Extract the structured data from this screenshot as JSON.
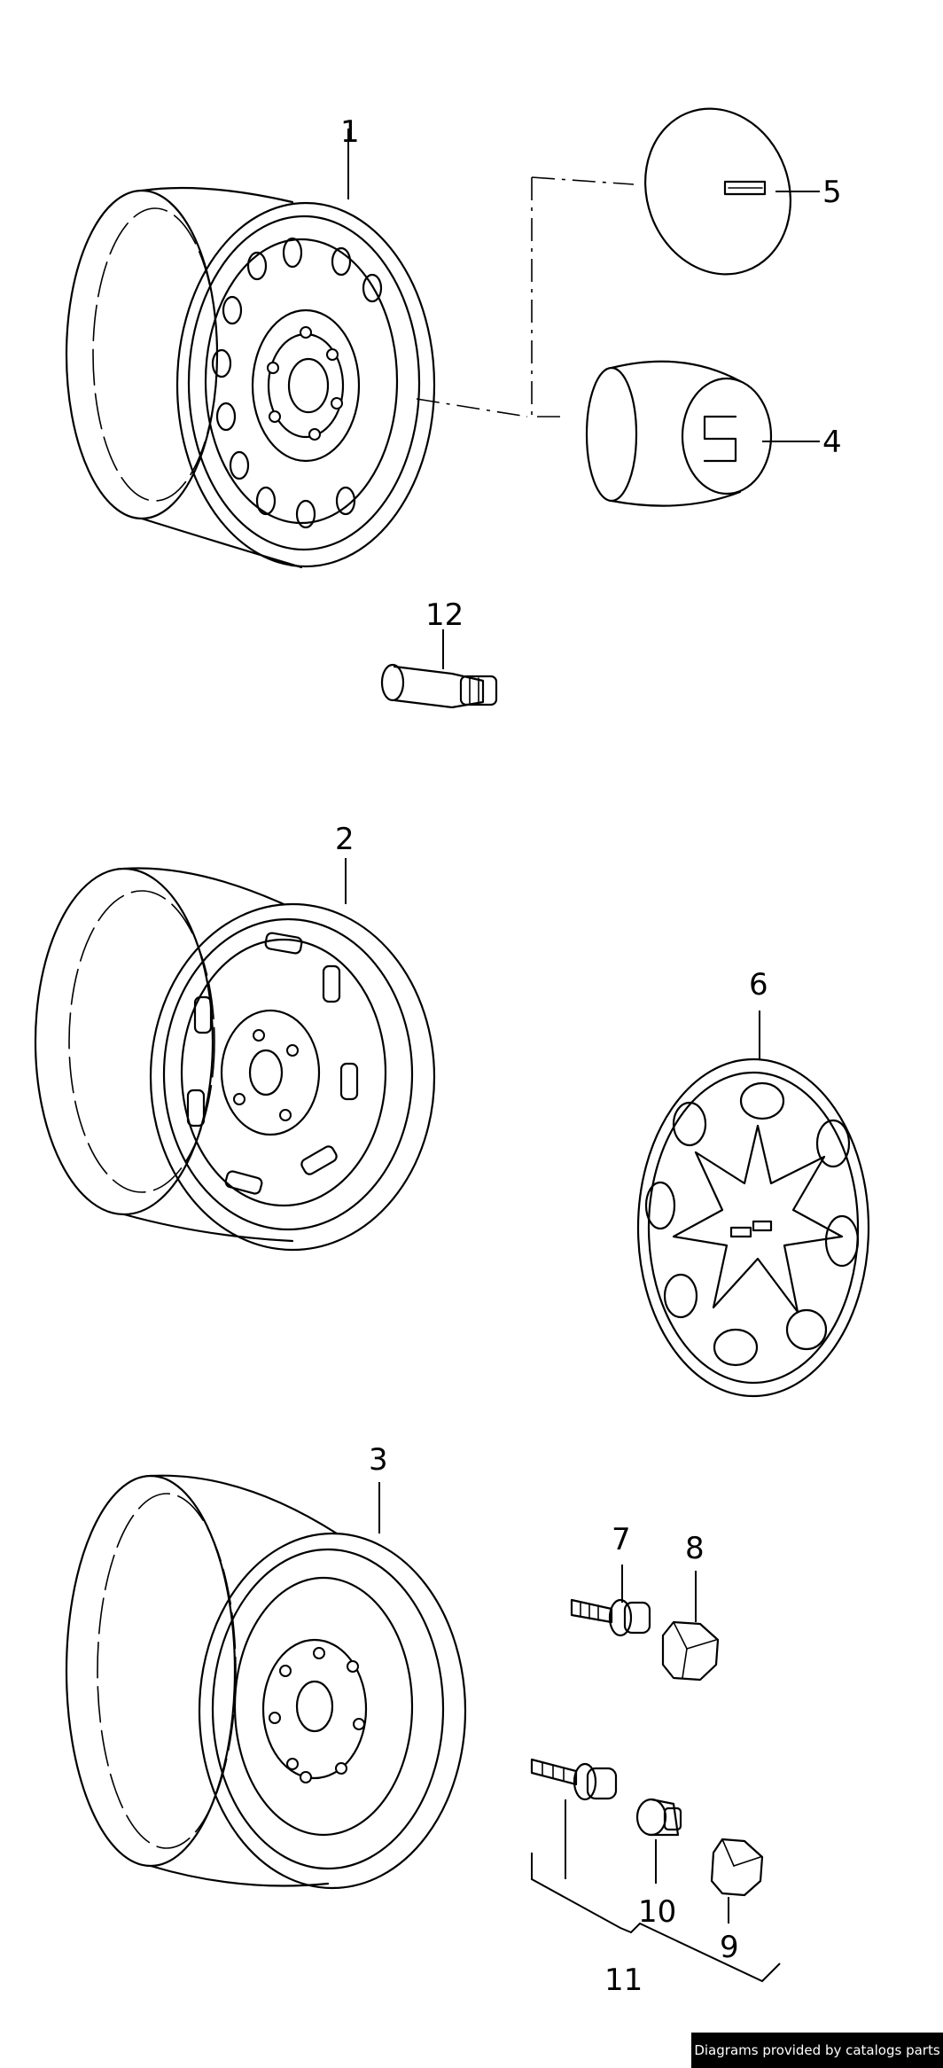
{
  "callouts": {
    "c1": "1",
    "c2": "2",
    "c3": "3",
    "c4": "4",
    "c5": "5",
    "c6": "6",
    "c7": "7",
    "c8": "8",
    "c9": "9",
    "c10": "10",
    "c11": "11",
    "c12": "12"
  },
  "credit": "Diagrams provided by catalogs parts"
}
